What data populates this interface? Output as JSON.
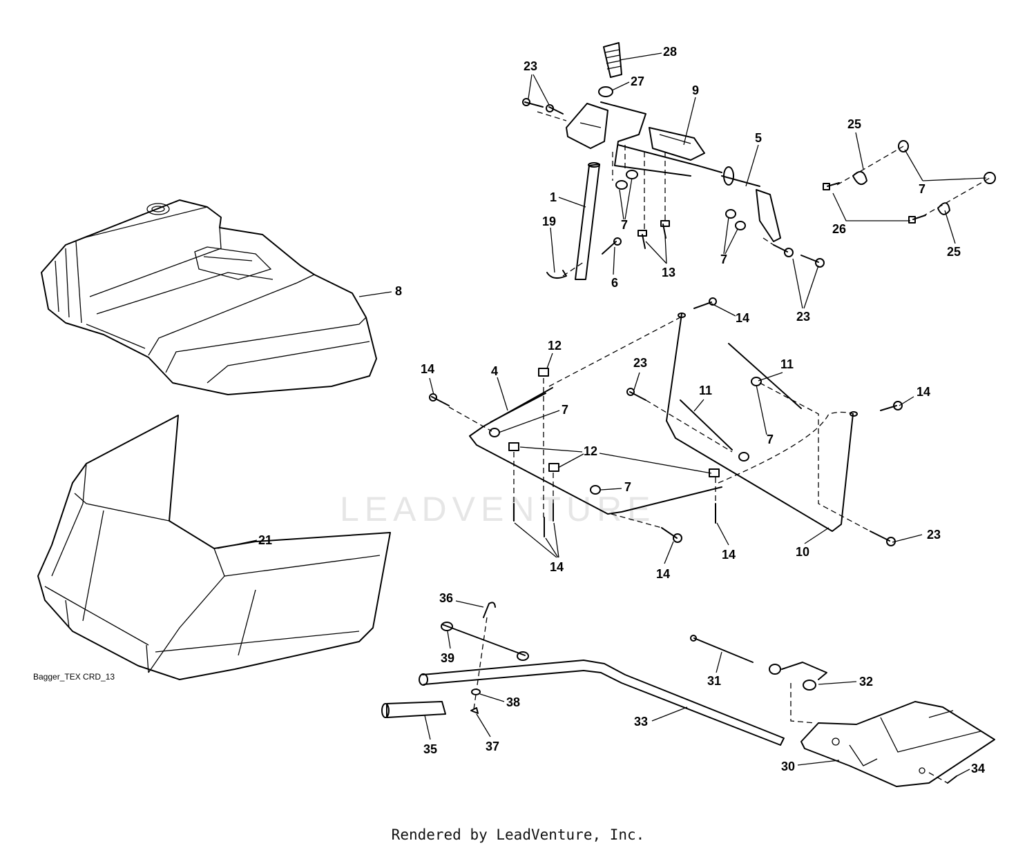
{
  "diagram": {
    "watermark": "LEADVENTURE",
    "drawing_code": "Bagger_TEX CRD_13",
    "footer": "Rendered by LeadVenture, Inc.",
    "callouts": [
      {
        "id": "c28",
        "text": "28"
      },
      {
        "id": "c23a",
        "text": "23"
      },
      {
        "id": "c27",
        "text": "27"
      },
      {
        "id": "c9",
        "text": "9"
      },
      {
        "id": "c25a",
        "text": "25"
      },
      {
        "id": "c5",
        "text": "5"
      },
      {
        "id": "c7a",
        "text": "7"
      },
      {
        "id": "c1",
        "text": "1"
      },
      {
        "id": "c19",
        "text": "19"
      },
      {
        "id": "c7b",
        "text": "7"
      },
      {
        "id": "c26",
        "text": "26"
      },
      {
        "id": "c25b",
        "text": "25"
      },
      {
        "id": "c7c",
        "text": "7"
      },
      {
        "id": "c6",
        "text": "6"
      },
      {
        "id": "c13",
        "text": "13"
      },
      {
        "id": "c8",
        "text": "8"
      },
      {
        "id": "c23b",
        "text": "23"
      },
      {
        "id": "c14a",
        "text": "14"
      },
      {
        "id": "c12a",
        "text": "12"
      },
      {
        "id": "c14b",
        "text": "14"
      },
      {
        "id": "c4",
        "text": "4"
      },
      {
        "id": "c23c",
        "text": "23"
      },
      {
        "id": "c11a",
        "text": "11"
      },
      {
        "id": "c11b",
        "text": "11"
      },
      {
        "id": "c14c",
        "text": "14"
      },
      {
        "id": "c7d",
        "text": "7"
      },
      {
        "id": "c7e",
        "text": "7"
      },
      {
        "id": "c12b",
        "text": "12"
      },
      {
        "id": "c7f",
        "text": "7"
      },
      {
        "id": "c23d",
        "text": "23"
      },
      {
        "id": "c21",
        "text": "21"
      },
      {
        "id": "c10",
        "text": "10"
      },
      {
        "id": "c14d",
        "text": "14"
      },
      {
        "id": "c14e",
        "text": "14"
      },
      {
        "id": "c14f",
        "text": "14"
      },
      {
        "id": "c36",
        "text": "36"
      },
      {
        "id": "c39",
        "text": "39"
      },
      {
        "id": "c31",
        "text": "31"
      },
      {
        "id": "c32",
        "text": "32"
      },
      {
        "id": "c38",
        "text": "38"
      },
      {
        "id": "c33",
        "text": "33"
      },
      {
        "id": "c35",
        "text": "35"
      },
      {
        "id": "c37",
        "text": "37"
      },
      {
        "id": "c30",
        "text": "30"
      },
      {
        "id": "c34",
        "text": "34"
      }
    ]
  }
}
